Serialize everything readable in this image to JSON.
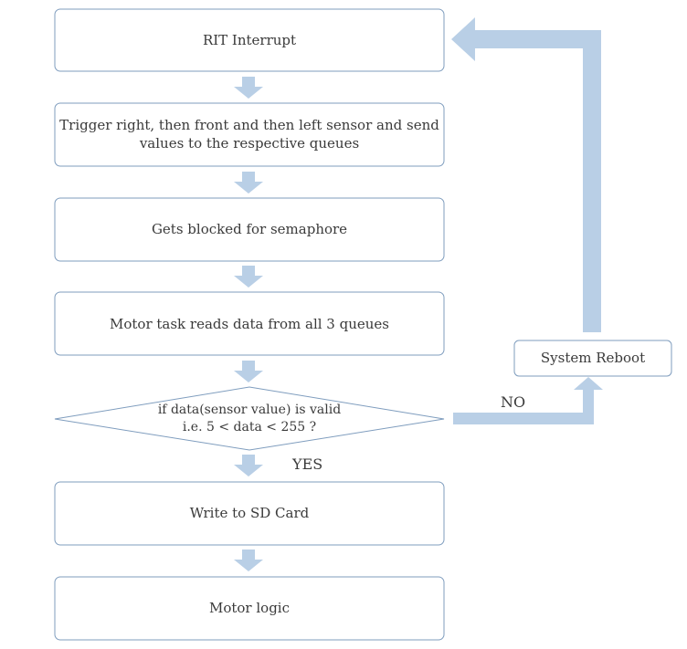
{
  "colors": {
    "box_border": "#7f9dbe",
    "arrow_fill": "#b9cfe6",
    "text": "#3a3a3a"
  },
  "flow": {
    "step1": "RIT Interrupt",
    "step2_line1": "Trigger right, then front and then left sensor and send",
    "step2_line2": "values to the respective queues",
    "step3": "Gets blocked for semaphore",
    "step4": "Motor task reads data from all 3 queues",
    "decision_line1": "if  data(sensor value) is valid",
    "decision_line2": "i.e. 5 < data < 255 ?",
    "step5": "Write to SD Card",
    "step6": "Motor logic",
    "reboot": "System Reboot",
    "yes_label": "YES",
    "no_label": "NO"
  }
}
